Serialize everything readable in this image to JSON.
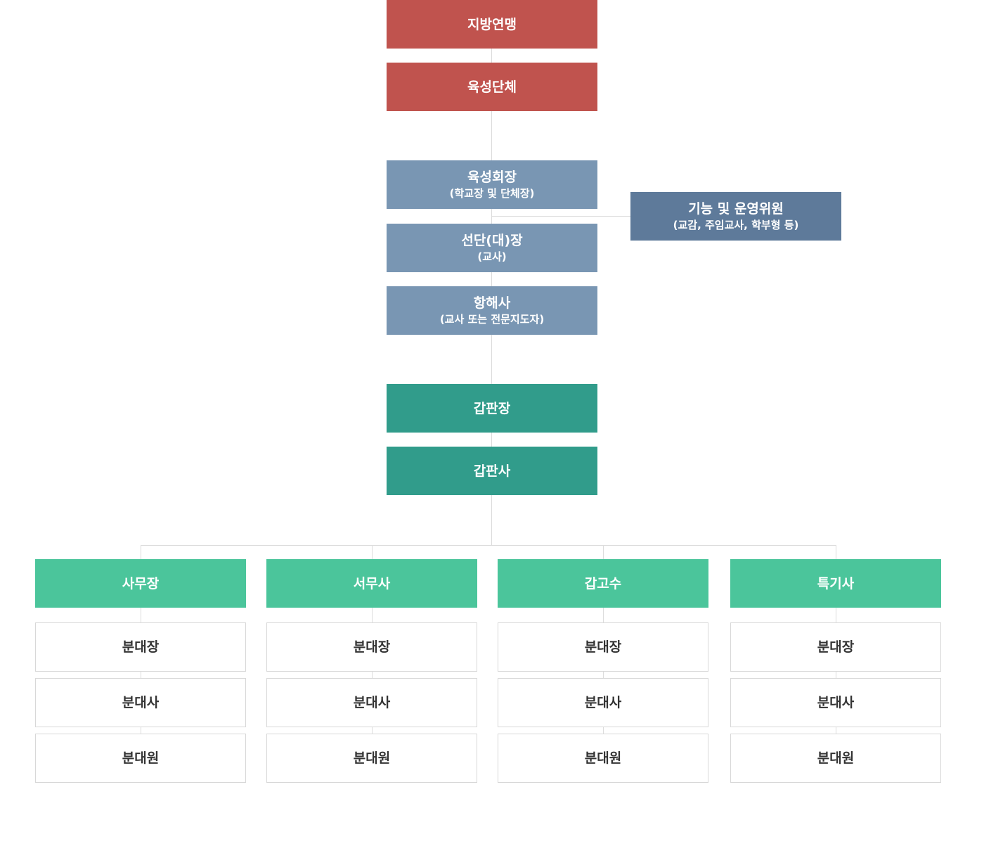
{
  "top": {
    "federation": "지방연맹",
    "organization": "육성단체"
  },
  "leaders": {
    "chair": {
      "title": "육성회장",
      "note": "(학교장 및 단체장)"
    },
    "captain": {
      "title": "선단(대)장",
      "note": "(교사)"
    },
    "navigator": {
      "title": "항해사",
      "note": "(교사 또는 전문지도자)"
    }
  },
  "committee": {
    "title": "기능 및 운영위원",
    "note": "(교감, 주임교사, 학부형 등)"
  },
  "deck": {
    "chief": "갑판장",
    "officer": "갑판사"
  },
  "divisions": [
    {
      "title": "사무장",
      "units": [
        "분대장",
        "분대사",
        "분대원"
      ]
    },
    {
      "title": "서무사",
      "units": [
        "분대장",
        "분대사",
        "분대원"
      ]
    },
    {
      "title": "갑고수",
      "units": [
        "분대장",
        "분대사",
        "분대원"
      ]
    },
    {
      "title": "특기사",
      "units": [
        "분대장",
        "분대사",
        "분대원"
      ]
    }
  ],
  "colors": {
    "top": "#c0534e",
    "leaders": "#7996b3",
    "committee": "#5e7a9a",
    "deck": "#319c8b",
    "divisions": "#4bc59b",
    "units_border": "#d8d8d8",
    "connector": "#dcdcdc"
  }
}
